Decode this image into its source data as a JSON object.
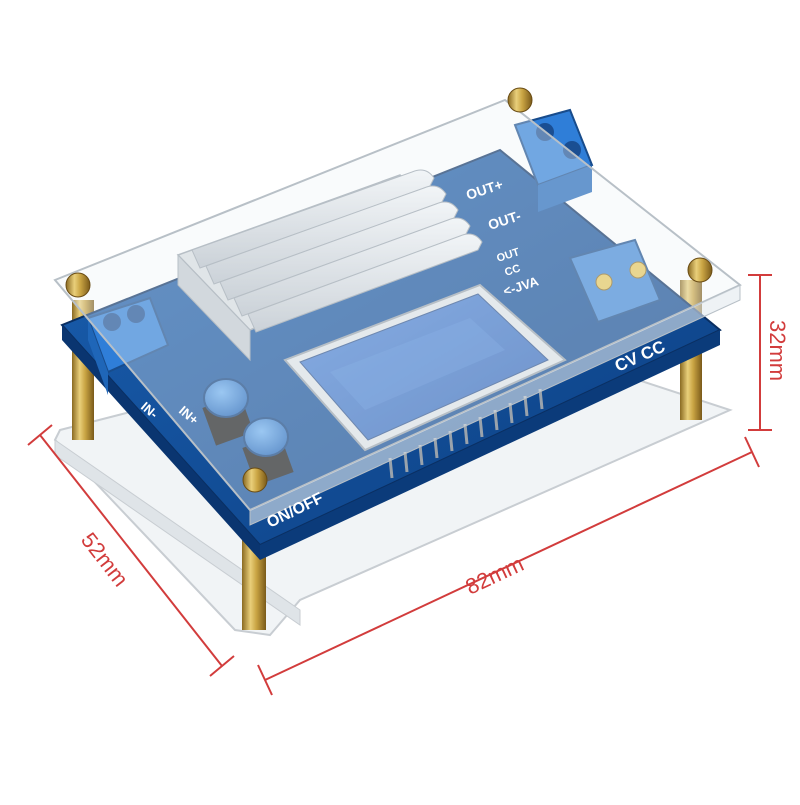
{
  "dimensions": {
    "width_label": "82mm",
    "depth_label": "52mm",
    "height_label": "32mm",
    "color": "#d23c3c"
  },
  "board": {
    "color": "#0f4f9c",
    "silkscreen": {
      "out_plus": "OUT+",
      "out_minus": "OUT-",
      "out": "OUT",
      "cc": "CC",
      "mode": "CV CC",
      "on_off": "ON/OFF",
      "in_left": "IN-",
      "in_right": "IN+",
      "volt_amp": "<-JVA"
    },
    "terminal_color": "#2f7ed8",
    "button_color": "#2f7ed8",
    "lcd_color": "#3a6fc4"
  }
}
